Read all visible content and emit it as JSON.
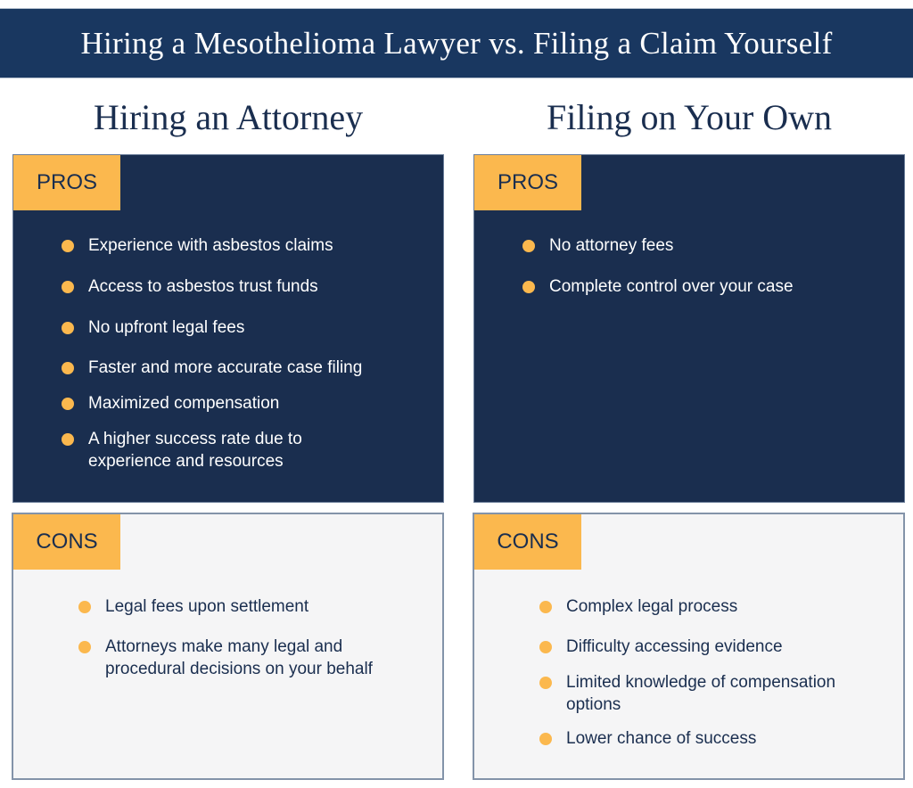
{
  "banner": {
    "title": "Hiring a Mesothelioma Lawyer vs. Filing a Claim Yourself"
  },
  "colors": {
    "navy": "#1a2e4f",
    "banner_navy": "#193760",
    "gold": "#fbb84e",
    "cons_bg": "#f5f5f6"
  },
  "left": {
    "title": "Hiring an Attorney",
    "pros": {
      "label": "PROS",
      "items": [
        "Experience with asbestos claims",
        "Access to asbestos trust funds",
        "No upfront legal fees",
        "Faster and more accurate case filing",
        "Maximized compensation",
        "A higher success rate due to experience and resources"
      ]
    },
    "cons": {
      "label": "CONS",
      "items": [
        "Legal fees upon settlement",
        "Attorneys make many legal and procedural decisions on your behalf"
      ]
    }
  },
  "right": {
    "title": "Filing on Your Own",
    "pros": {
      "label": "PROS",
      "items": [
        "No attorney fees",
        "Complete control over your case"
      ]
    },
    "cons": {
      "label": "CONS",
      "items": [
        "Complex legal process",
        "Difficulty accessing evidence",
        "Limited knowledge of compensation options",
        "Lower chance of success"
      ]
    }
  }
}
